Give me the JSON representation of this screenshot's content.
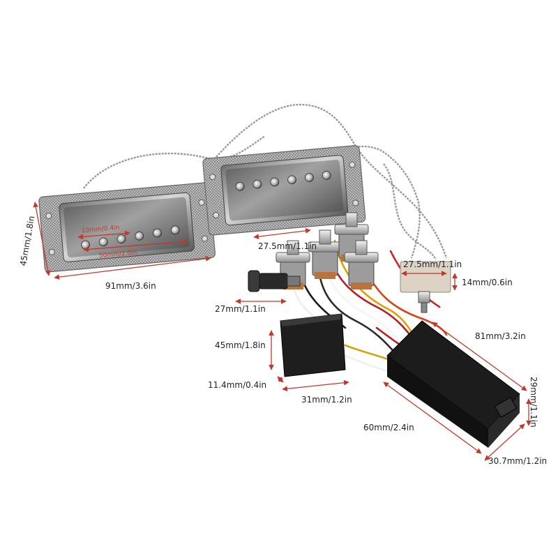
{
  "dimension_color": "#c0392b",
  "text_color": "#222222",
  "labels": {
    "pickup_height": "45mm/1.8in",
    "pickup_width": "91mm/3.6in",
    "pole_spacing": "10mm/0.4in",
    "pole_span": "50mm/2.0in",
    "pot_diameter": "27.5mm/1.1in",
    "switch_width": "27.5mm/1.1in",
    "switch_depth": "14mm/0.6in",
    "jack_length": "27mm/1.1in",
    "preamp_height": "45mm/1.8in",
    "preamp_thickness": "11.4mm/0.4in",
    "preamp_width": "31mm/1.2in",
    "battery_box_length": "81mm/3.2in",
    "battery_box_height": "29mm/1.1in",
    "battery_box_width": "60mm/2.4in",
    "battery_box_depth": "30.7mm/1.2in"
  }
}
